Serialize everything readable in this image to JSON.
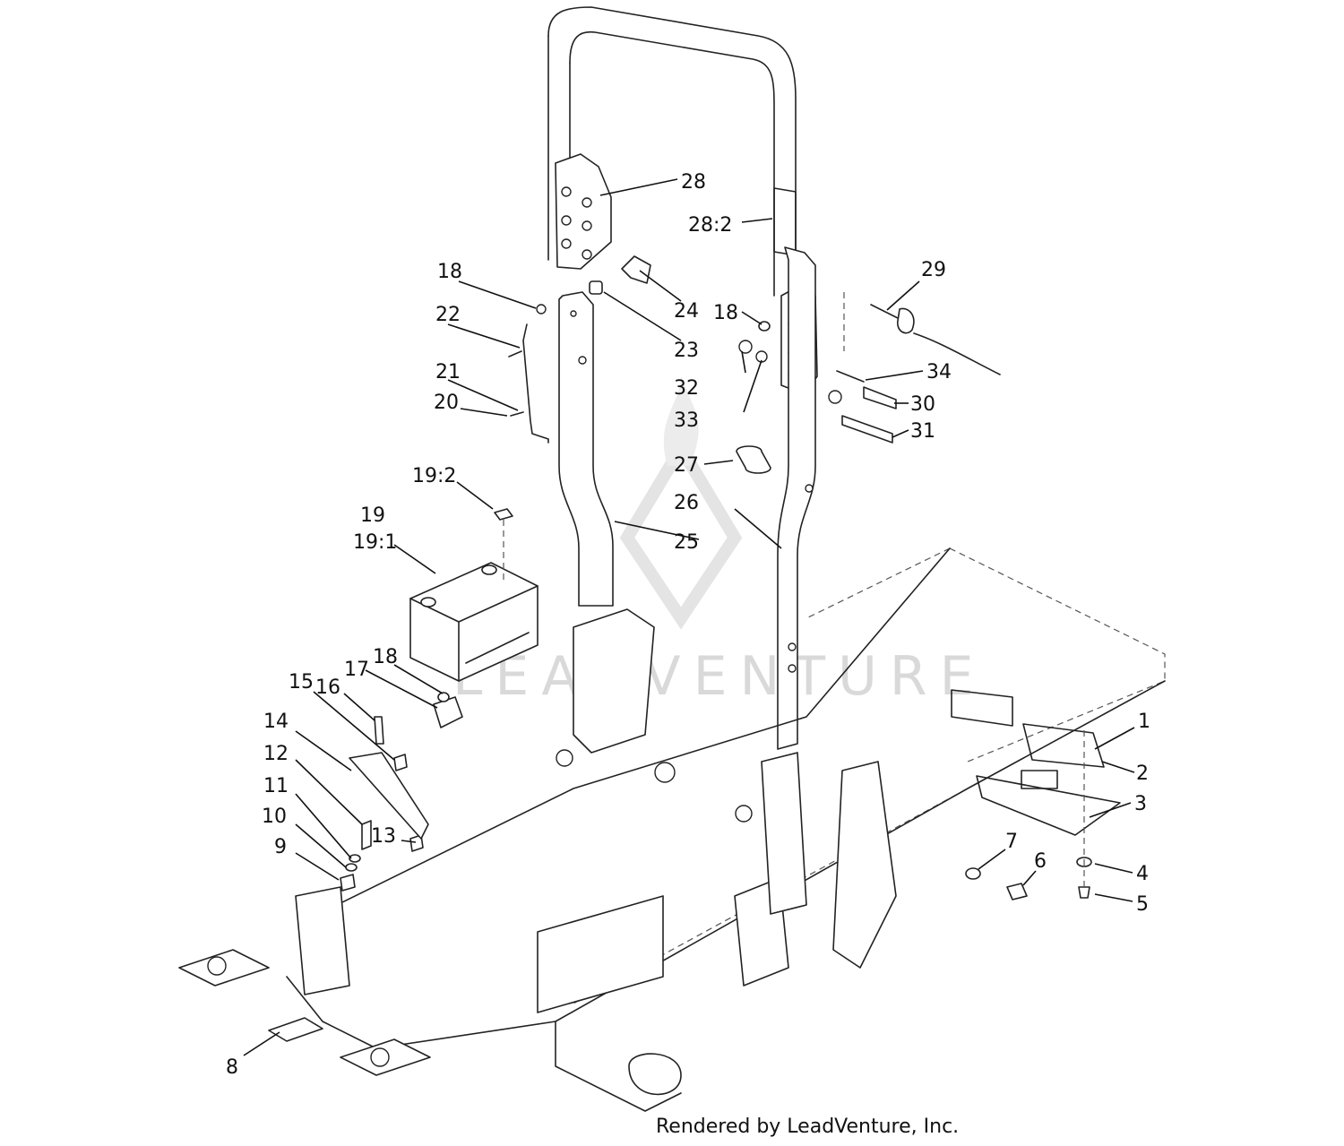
{
  "callouts": [
    {
      "id": "1",
      "text": "1"
    },
    {
      "id": "2",
      "text": "2"
    },
    {
      "id": "3",
      "text": "3"
    },
    {
      "id": "4",
      "text": "4"
    },
    {
      "id": "5",
      "text": "5"
    },
    {
      "id": "6",
      "text": "6"
    },
    {
      "id": "7",
      "text": "7"
    },
    {
      "id": "8",
      "text": "8"
    },
    {
      "id": "9",
      "text": "9"
    },
    {
      "id": "10",
      "text": "10"
    },
    {
      "id": "11",
      "text": "11"
    },
    {
      "id": "12",
      "text": "12"
    },
    {
      "id": "13",
      "text": "13"
    },
    {
      "id": "14",
      "text": "14"
    },
    {
      "id": "15",
      "text": "15"
    },
    {
      "id": "16",
      "text": "16"
    },
    {
      "id": "17",
      "text": "17"
    },
    {
      "id": "18a",
      "text": "18"
    },
    {
      "id": "18b",
      "text": "18"
    },
    {
      "id": "18c",
      "text": "18"
    },
    {
      "id": "19",
      "text": "19"
    },
    {
      "id": "19_1",
      "text": "19:1"
    },
    {
      "id": "19_2",
      "text": "19:2"
    },
    {
      "id": "20",
      "text": "20"
    },
    {
      "id": "21",
      "text": "21"
    },
    {
      "id": "22",
      "text": "22"
    },
    {
      "id": "23",
      "text": "23"
    },
    {
      "id": "24",
      "text": "24"
    },
    {
      "id": "25",
      "text": "25"
    },
    {
      "id": "26",
      "text": "26"
    },
    {
      "id": "27",
      "text": "27"
    },
    {
      "id": "28",
      "text": "28"
    },
    {
      "id": "28_2",
      "text": "28:2"
    },
    {
      "id": "29",
      "text": "29"
    },
    {
      "id": "30",
      "text": "30"
    },
    {
      "id": "31",
      "text": "31"
    },
    {
      "id": "32",
      "text": "32"
    },
    {
      "id": "33",
      "text": "33"
    },
    {
      "id": "34",
      "text": "34"
    }
  ],
  "watermark": "LEADVENTURE",
  "footer": "Rendered by LeadVenture, Inc."
}
